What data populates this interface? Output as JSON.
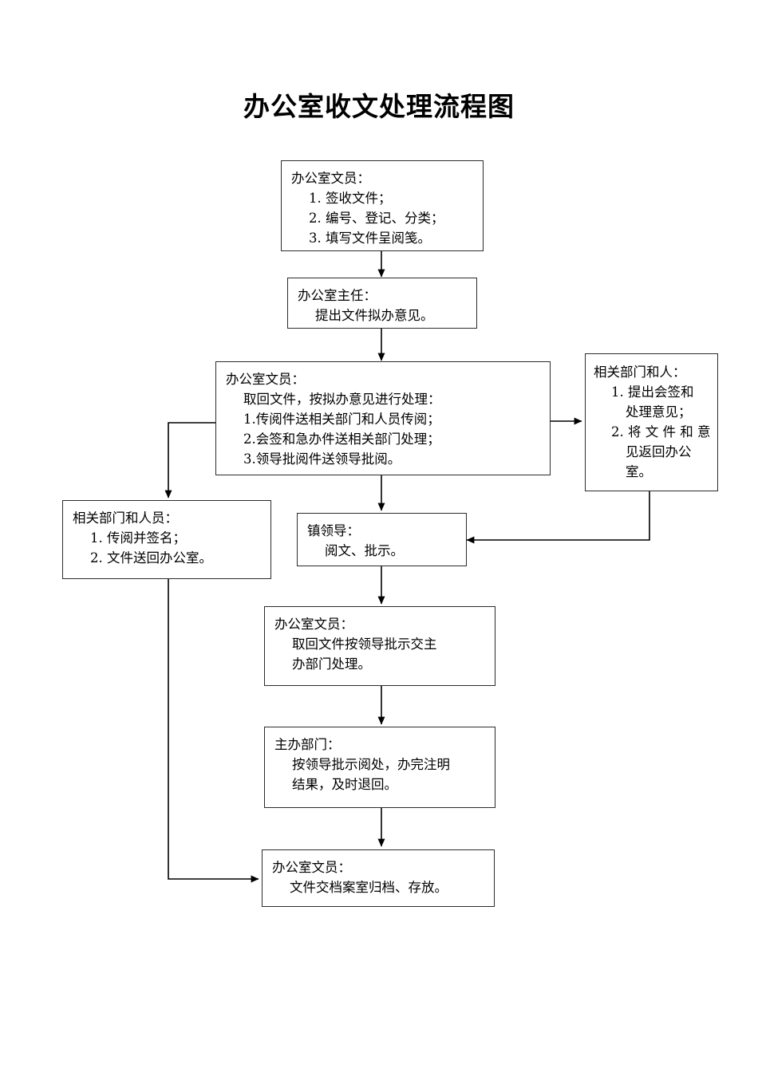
{
  "title": "办公室收文处理流程图",
  "nodes": {
    "clerk_receive": {
      "lines": [
        "办公室文员：",
        "1. 签收文件；",
        "2. 编号、登记、分类；",
        "3. 填写文件呈阅笺。"
      ]
    },
    "office_director": {
      "lines": [
        "办公室主任：",
        "提出文件拟办意见。"
      ]
    },
    "clerk_process": {
      "lines": [
        "办公室文员：",
        "取回文件，按拟办意见进行处理：",
        "1.传阅件送相关部门和人员传阅；",
        "2.会签和急办件送相关部门处理；",
        "3.领导批阅件送领导批阅。"
      ]
    },
    "relevant_dept_person": {
      "lines": [
        "相关部门和人：",
        "1. 提出会签和",
        "处理意见；",
        "2. 将 文 件 和 意",
        "见返回办公",
        "室。"
      ]
    },
    "relevant_dept_staff": {
      "lines": [
        "相关部门和人员：",
        "1. 传阅并签名；",
        "2. 文件送回办公室。"
      ]
    },
    "town_leader": {
      "lines": [
        "镇领导：",
        "阅文、批示。"
      ]
    },
    "clerk_assign": {
      "lines": [
        "办公室文员：",
        "取回文件按领导批示交主",
        "办部门处理。"
      ]
    },
    "host_dept": {
      "lines": [
        "主办部门：",
        "按领导批示阅处，办完注明",
        "结果，及时退回。"
      ]
    },
    "clerk_archive": {
      "lines": [
        "办公室文员：",
        "文件交档案室归档、存放。"
      ]
    }
  },
  "colors": {
    "stroke": "#2b2b2b",
    "arrow": "#000000",
    "background": "#ffffff",
    "text": "#000000"
  }
}
